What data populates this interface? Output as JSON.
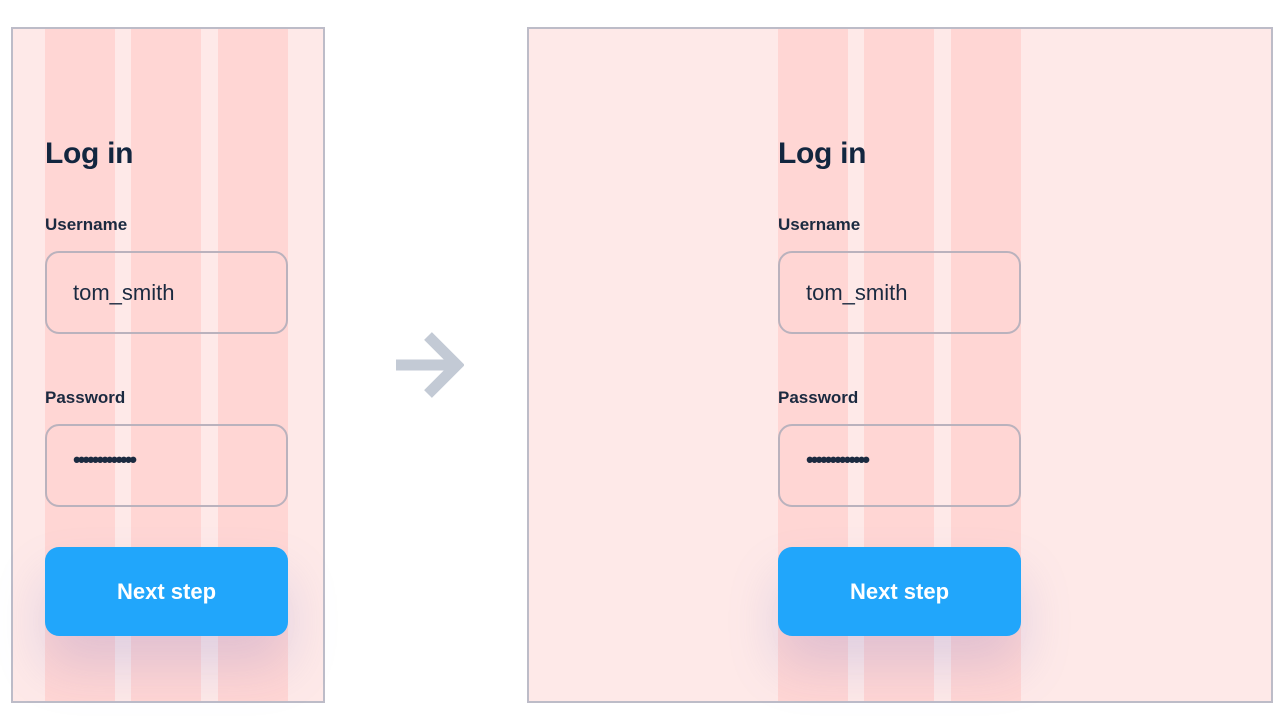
{
  "form": {
    "title": "Log in",
    "username_label": "Username",
    "username_value": "tom_smith",
    "password_label": "Password",
    "password_value": "•••••••••••••",
    "button_label": "Next step"
  },
  "colors": {
    "grid_column": "#ffd6d4",
    "frame_background": "#fee9e8",
    "button": "#21a6fb",
    "text": "#12263f",
    "arrow": "#c3cad5"
  },
  "icons": {
    "transition": "arrow-right-icon"
  }
}
